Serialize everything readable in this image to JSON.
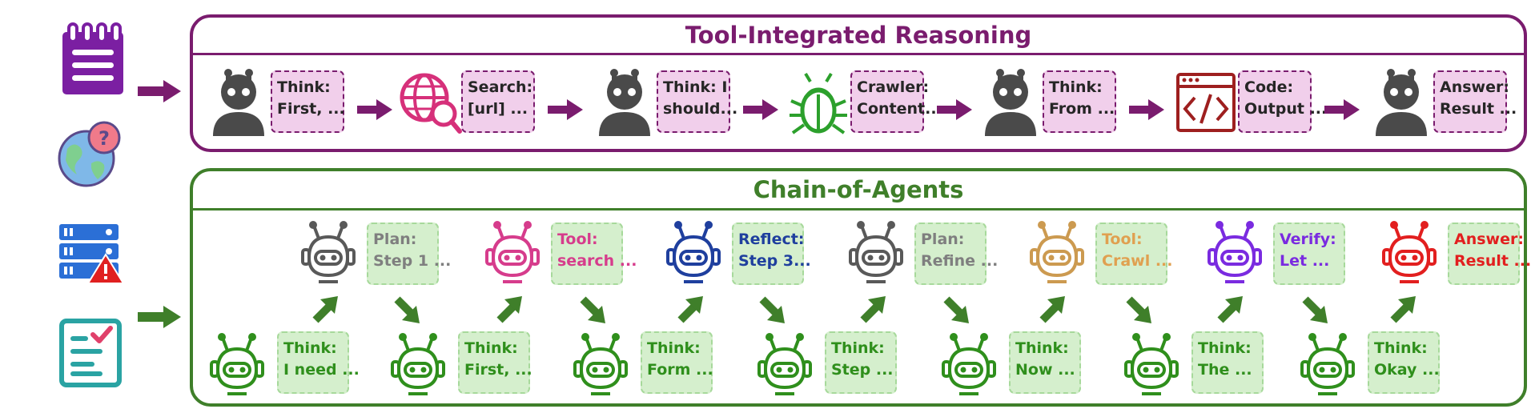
{
  "colors": {
    "tir": "#7a1c6e",
    "coa": "#3f7f2a",
    "coa_green": "#2f8f1c",
    "gray": "#595959",
    "pink": "#d63c8c",
    "blue": "#1f3f9e",
    "tan": "#cc9a50",
    "purple": "#7a2be0",
    "red": "#e21f1f"
  },
  "left_icons": [
    "notepad-icon",
    "globe-question-icon",
    "server-warning-icon",
    "checklist-icon"
  ],
  "tir": {
    "title": "Tool-Integrated Reasoning",
    "steps": [
      {
        "icon": "agent-icon",
        "label": "Think:",
        "text": "First, ..."
      },
      {
        "icon": "web-search-icon",
        "label": "Search:",
        "text": "[url] ..."
      },
      {
        "icon": "agent-icon",
        "label": "Think: I",
        "text": "should..."
      },
      {
        "icon": "crawler-bug-icon",
        "label": "Crawler:",
        "text": "Content..."
      },
      {
        "icon": "agent-icon",
        "label": "Think:",
        "text": "From ..."
      },
      {
        "icon": "code-window-icon",
        "label": "Code:",
        "text": "Output ..."
      },
      {
        "icon": "agent-icon",
        "label": "Answer:",
        "text": "Result ..."
      }
    ]
  },
  "coa": {
    "title": "Chain-of-Agents",
    "thinkers": [
      {
        "label": "Think:",
        "text": "I need ..."
      },
      {
        "label": "Think:",
        "text": "First, ..."
      },
      {
        "label": "Think:",
        "text": "Form ..."
      },
      {
        "label": "Think:",
        "text": "Step ..."
      },
      {
        "label": "Think:",
        "text": "Now ..."
      },
      {
        "label": "Think:",
        "text": "The ..."
      },
      {
        "label": "Think:",
        "text": "Okay ..."
      }
    ],
    "specialists": [
      {
        "label": "Plan:",
        "text": "Step 1 ...",
        "color": "#7f7f7f",
        "robot": "#595959"
      },
      {
        "label": "Tool:",
        "text": "search ...",
        "color": "#d63c8c",
        "robot": "#d63c8c"
      },
      {
        "label": "Reflect:",
        "text": "Step 3...",
        "color": "#1f3f9e",
        "robot": "#1f3f9e"
      },
      {
        "label": "Plan:",
        "text": "Refine ...",
        "color": "#7f7f7f",
        "robot": "#595959"
      },
      {
        "label": "Tool:",
        "text": "Crawl ...",
        "color": "#e0a050",
        "robot": "#cc9a50"
      },
      {
        "label": "Verify:",
        "text": "Let ...",
        "color": "#7a2be0",
        "robot": "#7a2be0"
      },
      {
        "label": "Answer:",
        "text": "Result ...",
        "color": "#e21f1f",
        "robot": "#e21f1f"
      }
    ]
  }
}
